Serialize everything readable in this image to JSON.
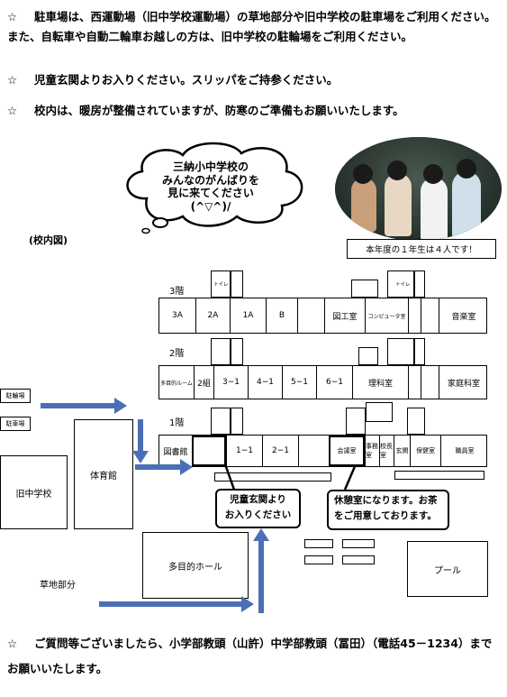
{
  "notices": [
    {
      "star": "☆",
      "text": "駐車場は、西運動場（旧中学校運動場）の草地部分や旧中学校の駐車場をご利用ください。また、自転車や自動二輪車お越しの方は、旧中学校の駐輪場をご利用ください。"
    },
    {
      "star": "☆",
      "text": "児童玄関よりお入りください。スリッパをご持参ください。"
    },
    {
      "star": "☆",
      "text": "校内は、暖房が整備されていますが、防寒のご準備もお願いいたします。"
    }
  ],
  "cloud": {
    "line1": "三納小中学校の",
    "line2": "みんなのがんばりを",
    "line3": "見に来てください",
    "line4": "(^▽^)/"
  },
  "photo_caption": "本年度の１年生は４人です！",
  "map_title": "(校内図)",
  "floor3": {
    "label": "3階",
    "rooms": [
      "3A",
      "2A",
      "1A",
      "B",
      "",
      "図工室",
      "コンピュータ室",
      "",
      "",
      "音楽室"
    ]
  },
  "floor2": {
    "label": "2階",
    "rooms": [
      "多目的ルーム",
      "2組",
      "3−1",
      "4−1",
      "5−1",
      "6−1",
      "理科室",
      "",
      "",
      "家庭科室"
    ]
  },
  "floor1": {
    "label": "1階",
    "library": "図書館",
    "rooms": [
      "",
      "1−1",
      "2−1",
      "",
      "会議室",
      "事務室",
      "校長室",
      "玄関",
      "保健室",
      "職員室"
    ]
  },
  "buildings": {
    "bike": "駐輪場",
    "bike2": "駐車場",
    "old_school": "旧中学校",
    "gym": "体育館",
    "hall": "多目的ホール",
    "pool": "プール",
    "grass": "草地部分"
  },
  "callouts": {
    "entrance": "児童玄関より\nお入りください",
    "rest": "休憩室になります。お茶\nをご用意しております。"
  },
  "contact": {
    "star": "☆",
    "text": "ご質問等ございましたら、小学部教頭（山許）中学部教頭（冨田）（電話45－1234）までお願いいたします。"
  }
}
